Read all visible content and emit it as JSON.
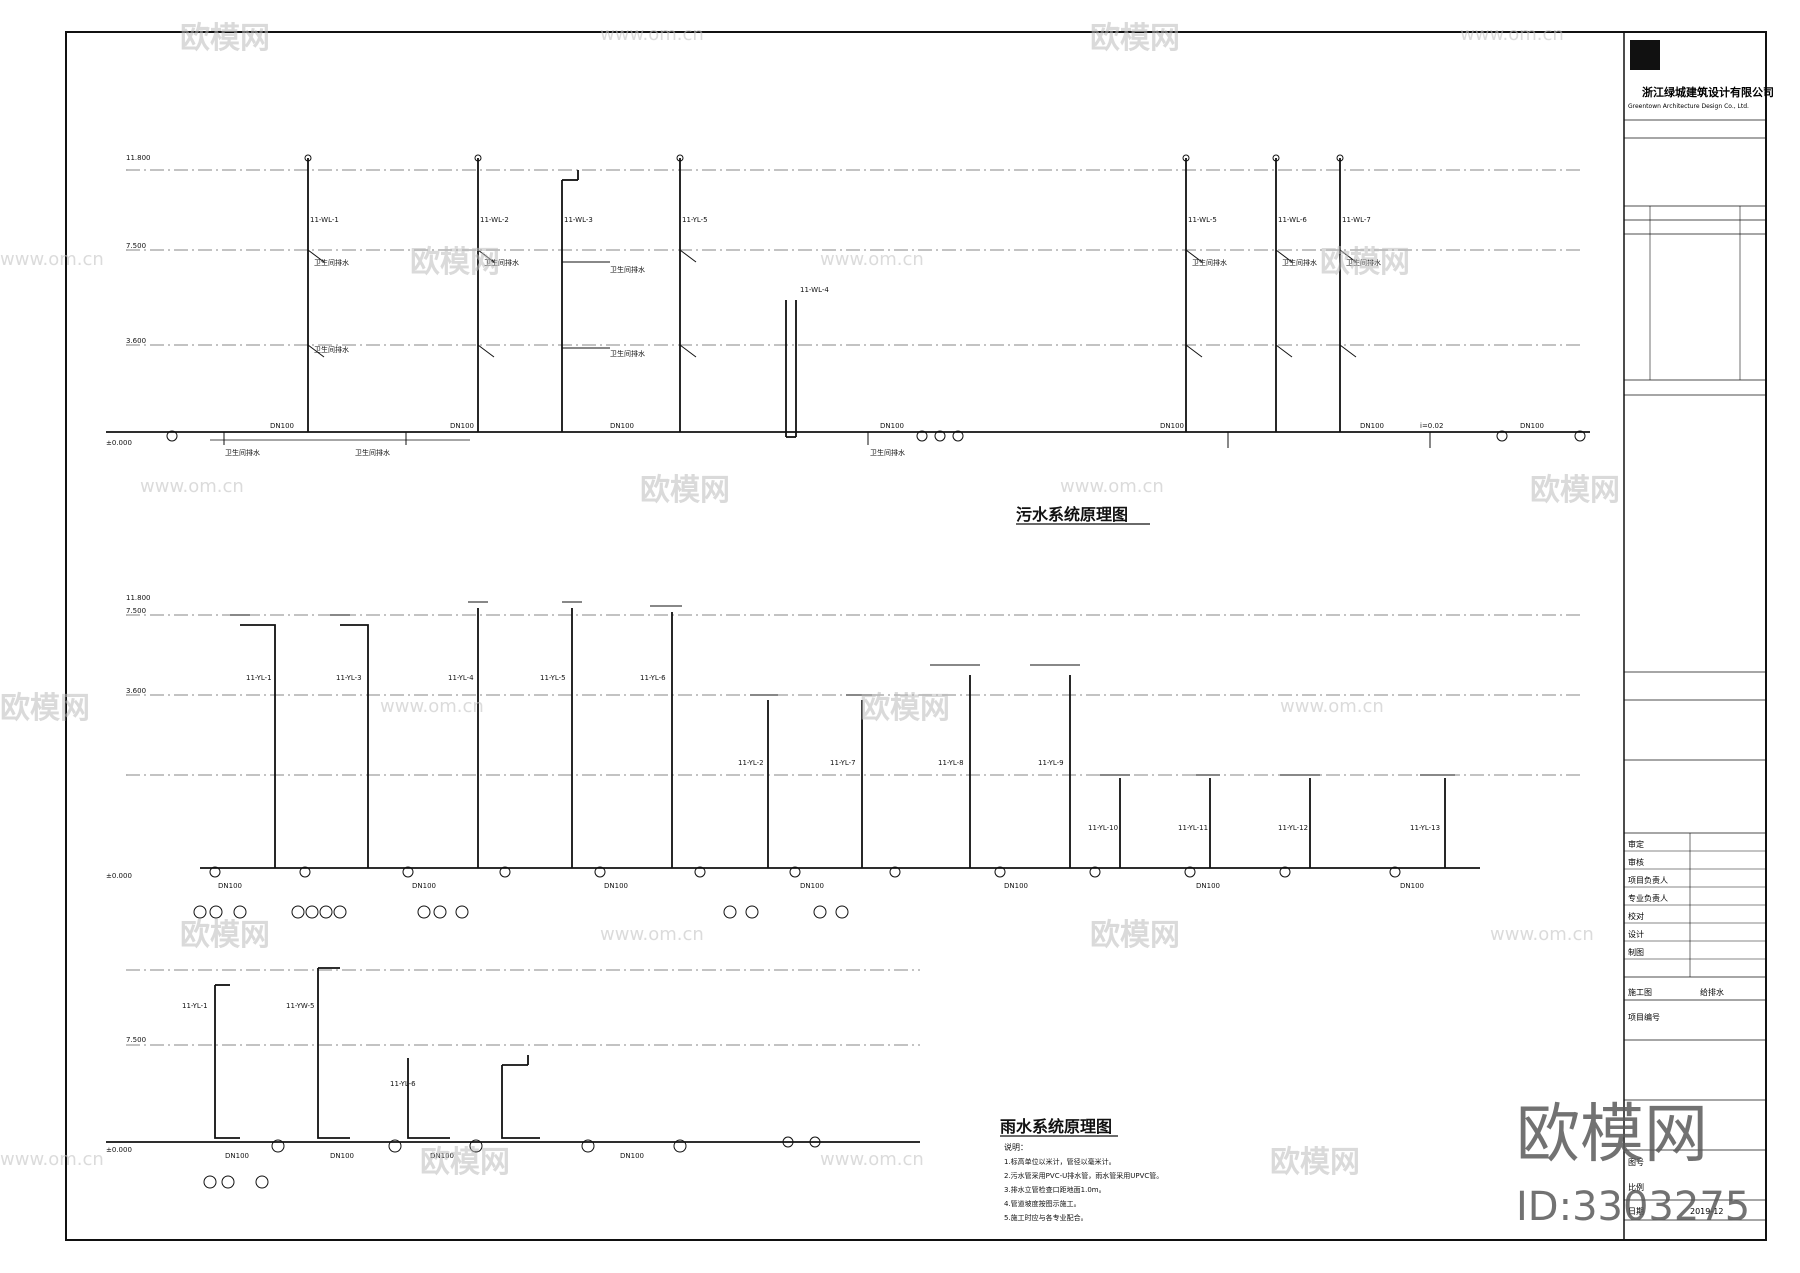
{
  "company": {
    "name_cn": "浙江绿城建筑设计有限公司",
    "name_en": "Greentown Architecture Design Co., Ltd."
  },
  "titles": {
    "sewage": "污水系统原理图",
    "rain": "雨水系统原理图"
  },
  "watermark": {
    "text": "欧模网",
    "url": "www.om.cn",
    "id": "ID:3303275"
  },
  "levels": {
    "roof": "11.800",
    "l2": "7.500",
    "l1": "3.600",
    "ground": "±0.000"
  },
  "sewage_pipes": [
    "11-WL-1",
    "11-WL-2",
    "11-WL-3",
    "11-YL-5",
    "11-WL-4",
    "11-WL-5",
    "11-WL-6",
    "11-WL-7"
  ],
  "rain_pipes_row1": [
    "11-YL-1",
    "11-YL-3",
    "11-YL-4",
    "11-YL-5",
    "11-YL-6"
  ],
  "rain_pipes_row2": [
    "11-YL-2",
    "11-YL-7",
    "11-YL-8",
    "11-YL-9",
    "11-YL-10",
    "11-YL-11",
    "11-YL-12",
    "11-YL-13"
  ],
  "rain_pipes_row3": [
    "11-YL-1",
    "11-YW-5",
    "11-YL-6"
  ],
  "labels": {
    "fixture": "卫生间排水",
    "pipe_dn": "DN100",
    "slope": "i=0.02"
  },
  "notes": {
    "heading": "说明：",
    "lines": [
      "1.标高单位以米计，管径以毫米计。",
      "2.污水管采用PVC-U排水管，雨水管采用UPVC管。",
      "3.排水立管检查口距地面1.0m。",
      "4.管道坡度按图示施工。",
      "5.施工时应与各专业配合。"
    ]
  },
  "title_block": {
    "project_no_label": "项目编号",
    "drawing_no_label": "图号",
    "scale_label": "比例",
    "date_label": "日期",
    "date": "2019-12",
    "stage": "施工图",
    "discipline": "给排水",
    "rows": [
      "审定",
      "审核",
      "项目负责人",
      "专业负责人",
      "校对",
      "设计",
      "制图"
    ]
  }
}
